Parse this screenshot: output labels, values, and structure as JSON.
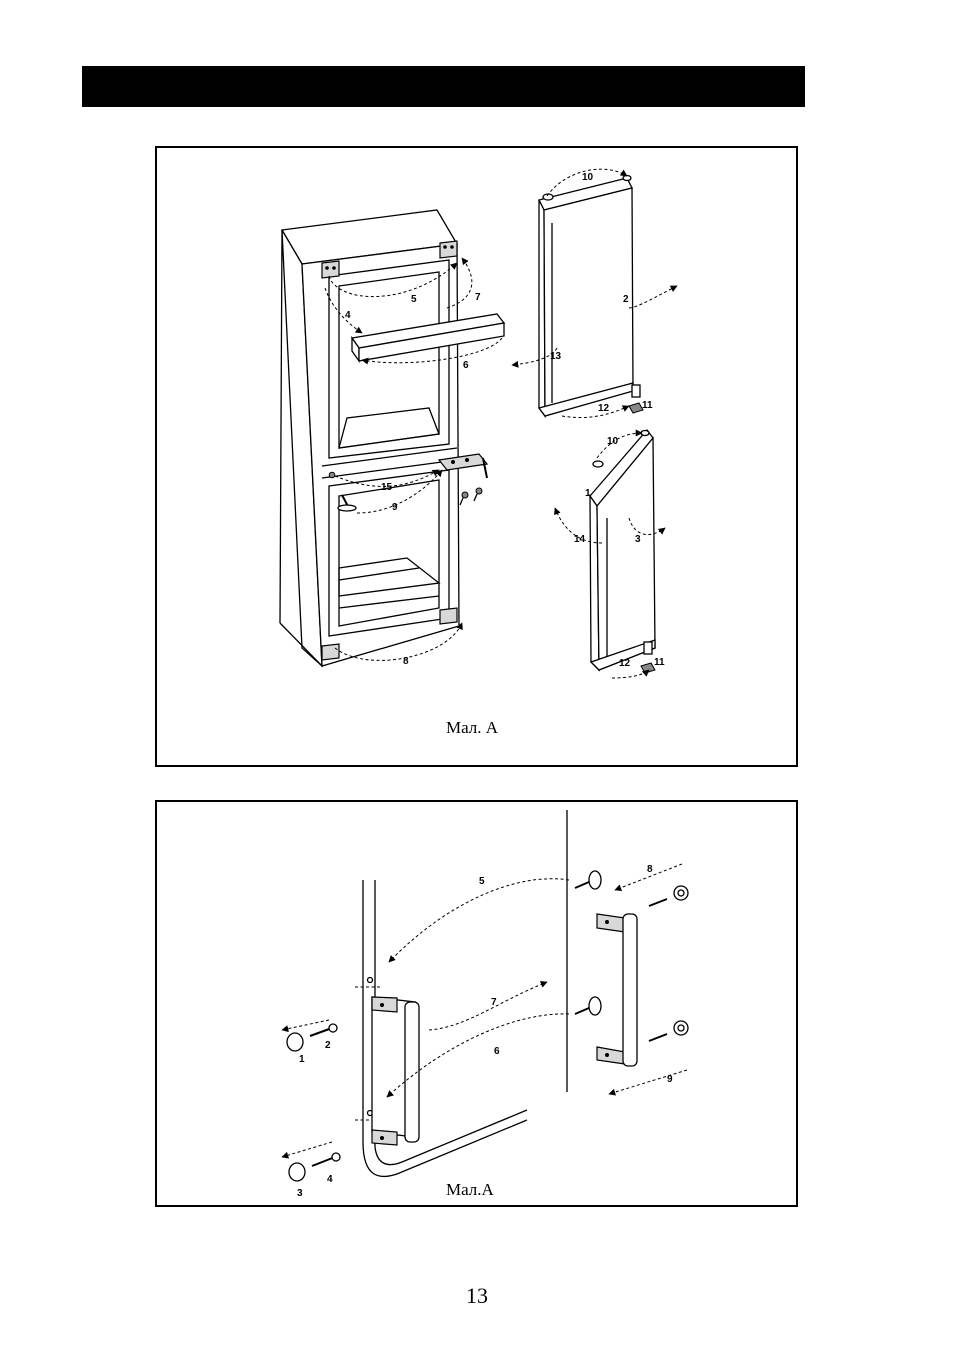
{
  "figure_top": {
    "caption": "Мал. А",
    "labels": [
      "1",
      "2",
      "3",
      "4",
      "5",
      "6",
      "7",
      "8",
      "9",
      "10",
      "10",
      "11",
      "11",
      "12",
      "12",
      "13",
      "14",
      "15"
    ]
  },
  "figure_bottom": {
    "caption": "Мал.А",
    "labels": [
      "1",
      "2",
      "3",
      "4",
      "5",
      "6",
      "7",
      "8",
      "9"
    ]
  },
  "page_number": "13"
}
